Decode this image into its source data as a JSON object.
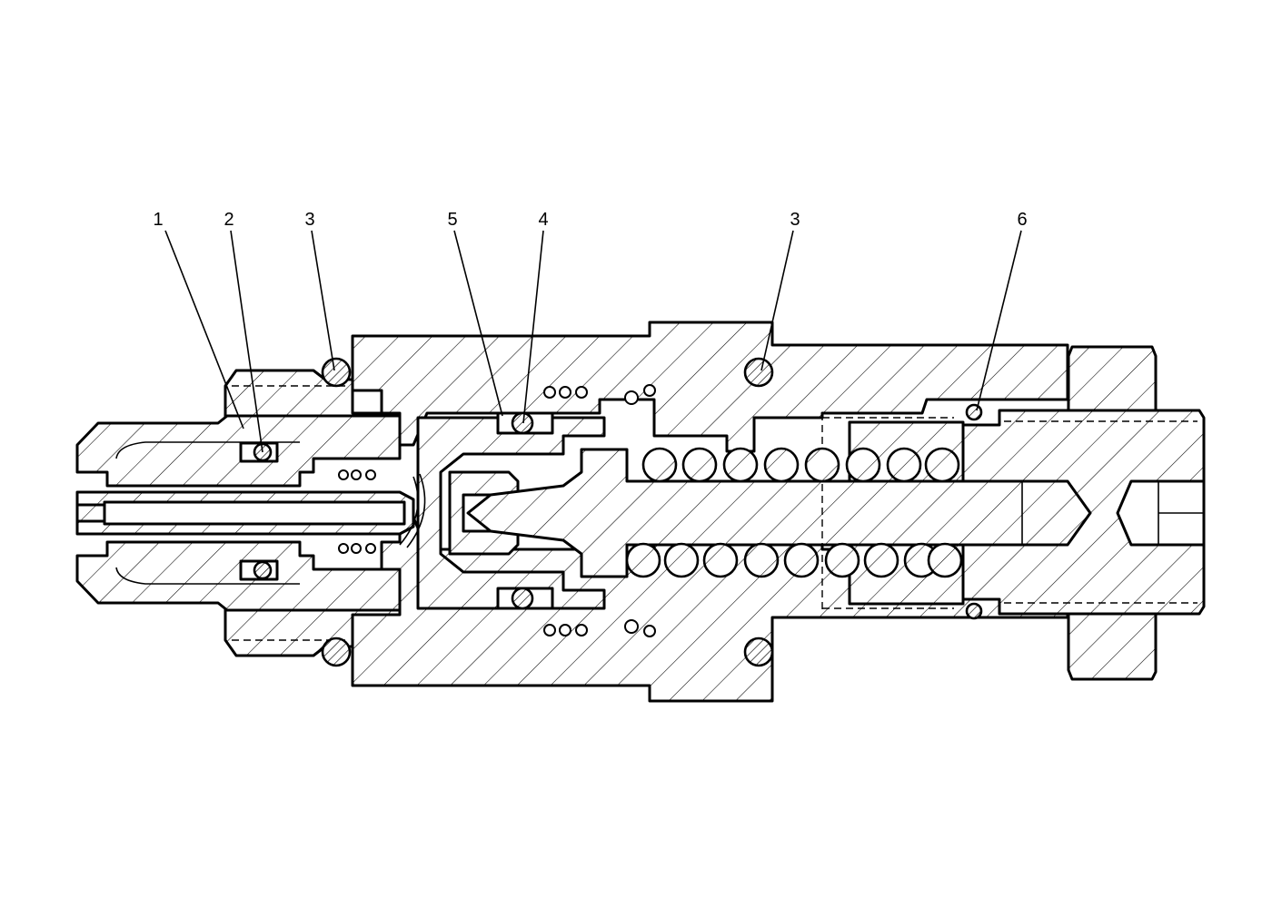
{
  "diagram": {
    "callouts": [
      {
        "id": "c1",
        "label": "1"
      },
      {
        "id": "c2",
        "label": "2"
      },
      {
        "id": "c3a",
        "label": "3"
      },
      {
        "id": "c5",
        "label": "5"
      },
      {
        "id": "c4",
        "label": "4"
      },
      {
        "id": "c3b",
        "label": "3"
      },
      {
        "id": "c6",
        "label": "6"
      }
    ]
  }
}
